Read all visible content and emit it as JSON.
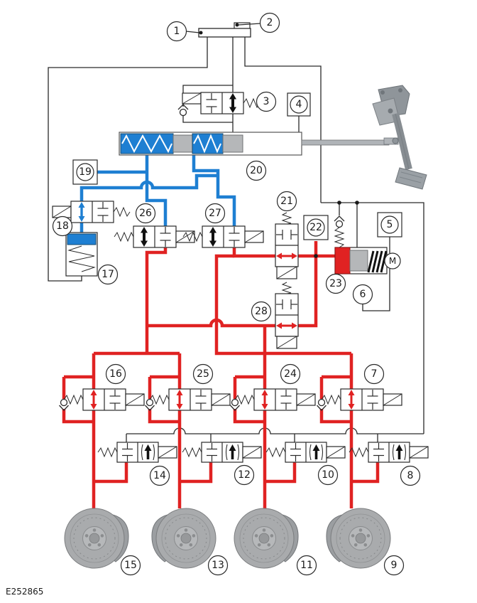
{
  "figure": {
    "code": "E252865"
  },
  "motor": {
    "label": "M"
  },
  "colors": {
    "hydraulic_pressure_red": "#e02222",
    "hydraulic_pedal_blue": "#1e7fd2",
    "line_black": "#2a2a2a",
    "component_gray": "#b5b7b9"
  },
  "icons": {
    "solenoid-coil-icon": "box-with-diagonal",
    "spring-icon": "zigzag",
    "check-valve-icon": "ball-and-seat",
    "closed-port-icon": "T-bars",
    "flow-arrow-icon": "double-headed-arrow"
  },
  "callouts": {
    "c1": "1",
    "c2": "2",
    "c3": "3",
    "c4": "4",
    "c5": "5",
    "c6": "6",
    "c7": "7",
    "c8": "8",
    "c9": "9",
    "c10": "10",
    "c11": "11",
    "c12": "12",
    "c13": "13",
    "c14": "14",
    "c15": "15",
    "c16": "16",
    "c17": "17",
    "c18": "18",
    "c19": "19",
    "c20": "20",
    "c21": "21",
    "c22": "22",
    "c23": "23",
    "c24": "24",
    "c25": "25",
    "c26": "26",
    "c27": "27",
    "c28": "28"
  }
}
